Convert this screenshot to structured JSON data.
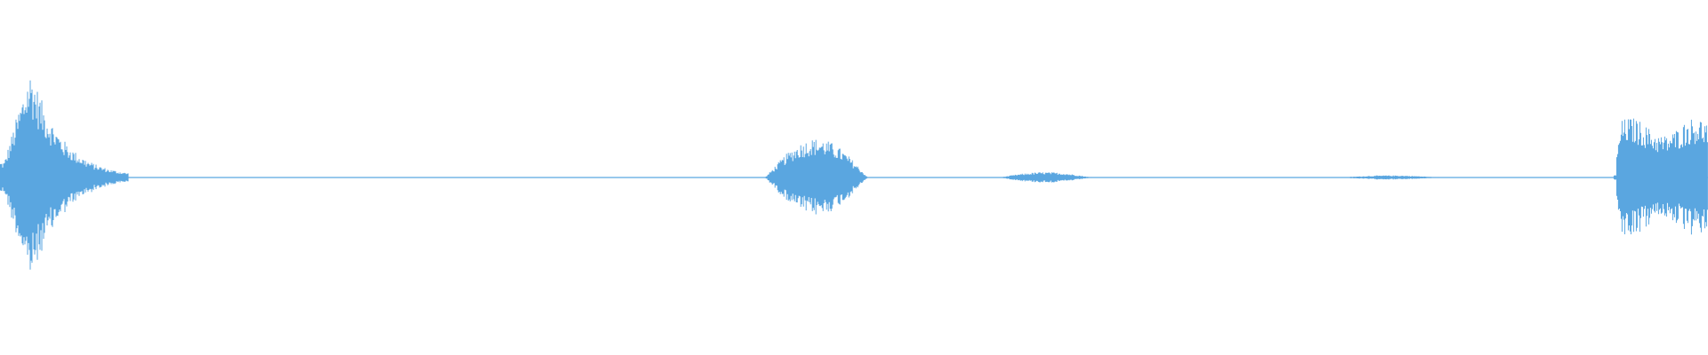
{
  "waveform": {
    "color": "#5aa6e0",
    "segments": [
      {
        "start": 0.0,
        "end": 0.075,
        "peak": 0.6
      },
      {
        "start": 0.448,
        "end": 0.52,
        "peak": 0.22
      },
      {
        "start": 0.585,
        "end": 0.65,
        "peak": 0.03
      },
      {
        "start": 0.785,
        "end": 0.855,
        "peak": 0.012
      },
      {
        "start": 0.945,
        "end": 1.0,
        "peak": 0.34
      }
    ]
  }
}
